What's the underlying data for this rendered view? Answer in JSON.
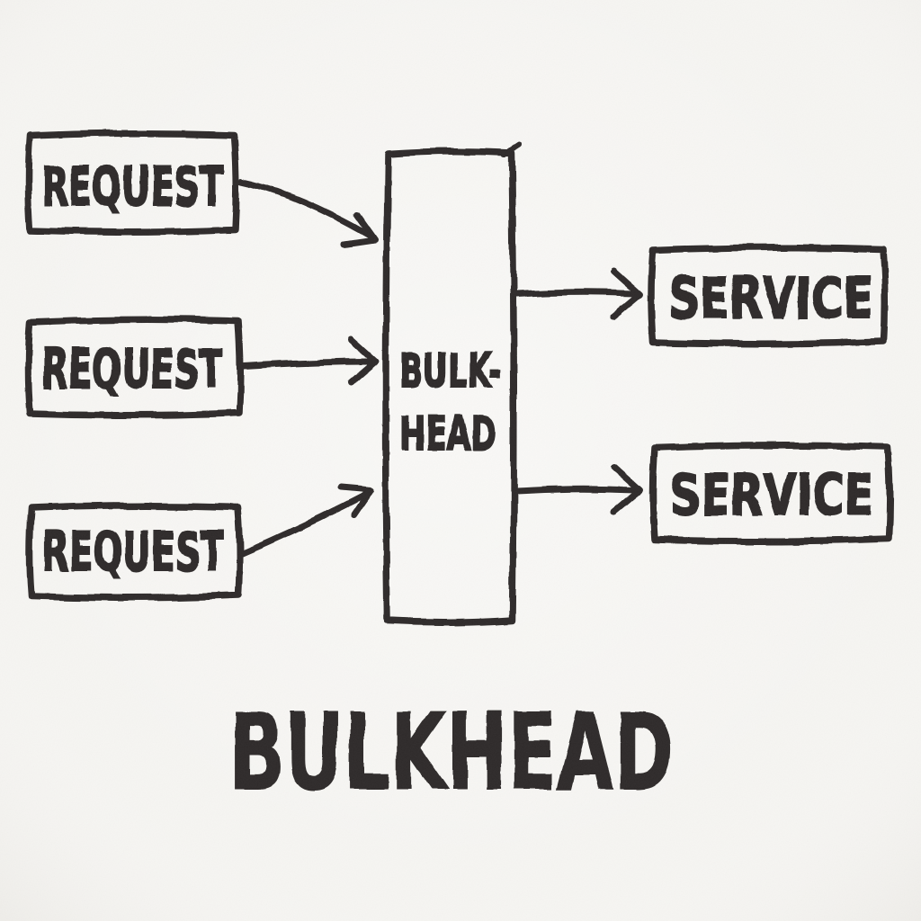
{
  "diagram": {
    "title": "BULKHEAD",
    "style": "hand-drawn marker sketch on paper",
    "colors": {
      "ink": "#2e2c2a",
      "paper": "#f6f5f2"
    },
    "nodes": {
      "request1": {
        "label": "REQUEST"
      },
      "request2": {
        "label": "REQUEST"
      },
      "request3": {
        "label": "REQUEST"
      },
      "bulkhead": {
        "label_line1": "BULK-",
        "label_line2": "HEAD"
      },
      "service1": {
        "label": "SERVICE"
      },
      "service2": {
        "label": "SERVICE"
      }
    },
    "edges": [
      {
        "from": "request1",
        "to": "bulkhead"
      },
      {
        "from": "request2",
        "to": "bulkhead"
      },
      {
        "from": "request3",
        "to": "bulkhead"
      },
      {
        "from": "bulkhead",
        "to": "service1"
      },
      {
        "from": "bulkhead",
        "to": "service2"
      }
    ]
  }
}
